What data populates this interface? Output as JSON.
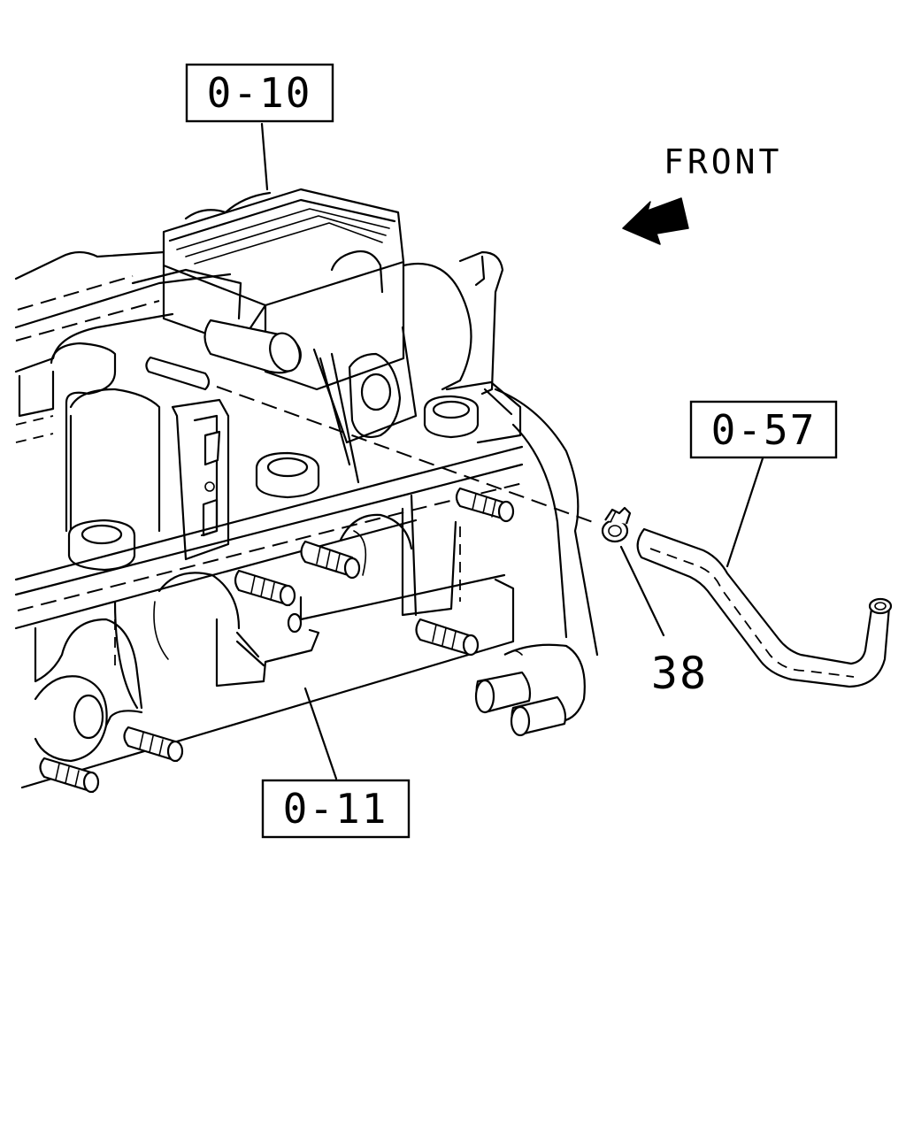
{
  "direction": {
    "label": "FRONT",
    "icon": "arrow-front-icon"
  },
  "callouts": [
    {
      "id": "cylinder-head-cover",
      "label": "0-10"
    },
    {
      "id": "cylinder-head",
      "label": "0-11"
    },
    {
      "id": "hose",
      "label": "0-57"
    },
    {
      "id": "clip",
      "label": "38"
    }
  ]
}
